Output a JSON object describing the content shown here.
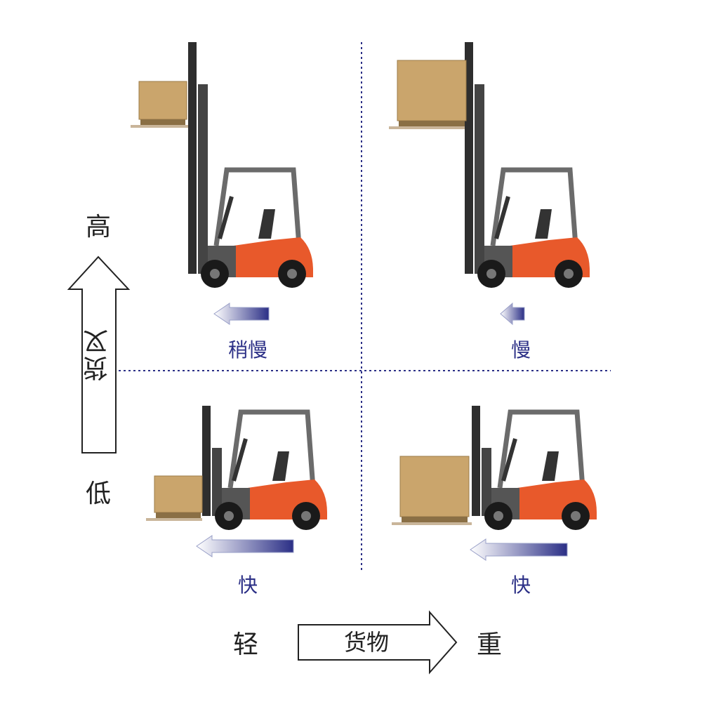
{
  "y_axis": {
    "high_label": "高",
    "title": "货叉",
    "low_label": "低"
  },
  "x_axis": {
    "light_label": "轻",
    "title": "货物",
    "heavy_label": "重"
  },
  "quadrants": [
    {
      "id": "high-light",
      "speed_label": "稍慢",
      "fork": "high",
      "load": "light"
    },
    {
      "id": "high-heavy",
      "speed_label": "慢",
      "fork": "high",
      "load": "heavy"
    },
    {
      "id": "low-light",
      "speed_label": "快",
      "fork": "low",
      "load": "light"
    },
    {
      "id": "low-heavy",
      "speed_label": "快",
      "fork": "low",
      "load": "heavy"
    }
  ],
  "colors": {
    "body": "#e8592b",
    "mast": "#2e2e2e",
    "frame": "#6b6b6b",
    "box": "#caa56c",
    "arrow": "#2b2f86",
    "divider": "#2b2f86"
  }
}
